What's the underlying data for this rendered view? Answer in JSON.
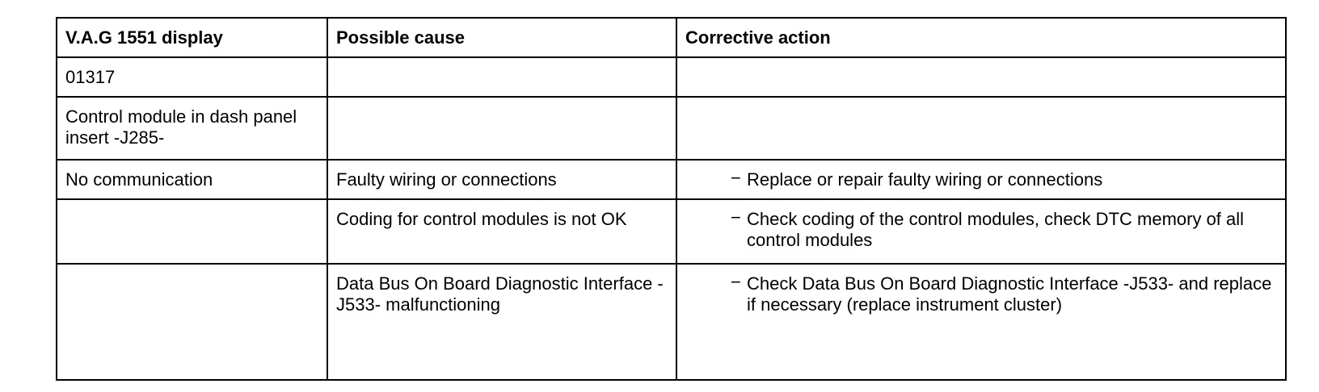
{
  "table": {
    "headers": {
      "display": "V.A.G 1551 display",
      "cause": "Possible cause",
      "action": "Corrective action"
    },
    "code_row": {
      "display": "01317",
      "cause": "",
      "action": ""
    },
    "module_row": {
      "display": "Control module in dash panel insert -J285-",
      "cause": "",
      "action": ""
    },
    "rows": [
      {
        "display": "No communication",
        "cause": "Faulty wiring or connections",
        "dash": "−",
        "action": "Replace or repair faulty wiring or connections"
      },
      {
        "display": "",
        "cause": "Coding for control modules is not OK",
        "dash": "−",
        "action": "Check coding of the control modules, check DTC memory of all control modules"
      },
      {
        "display": "",
        "cause": "Data Bus On Board Diagnostic Interface -J533- malfunctioning",
        "dash": "−",
        "action": "Check Data Bus On Board Diagnostic Interface -J533- and replace if necessary (replace instrument cluster)"
      }
    ]
  }
}
